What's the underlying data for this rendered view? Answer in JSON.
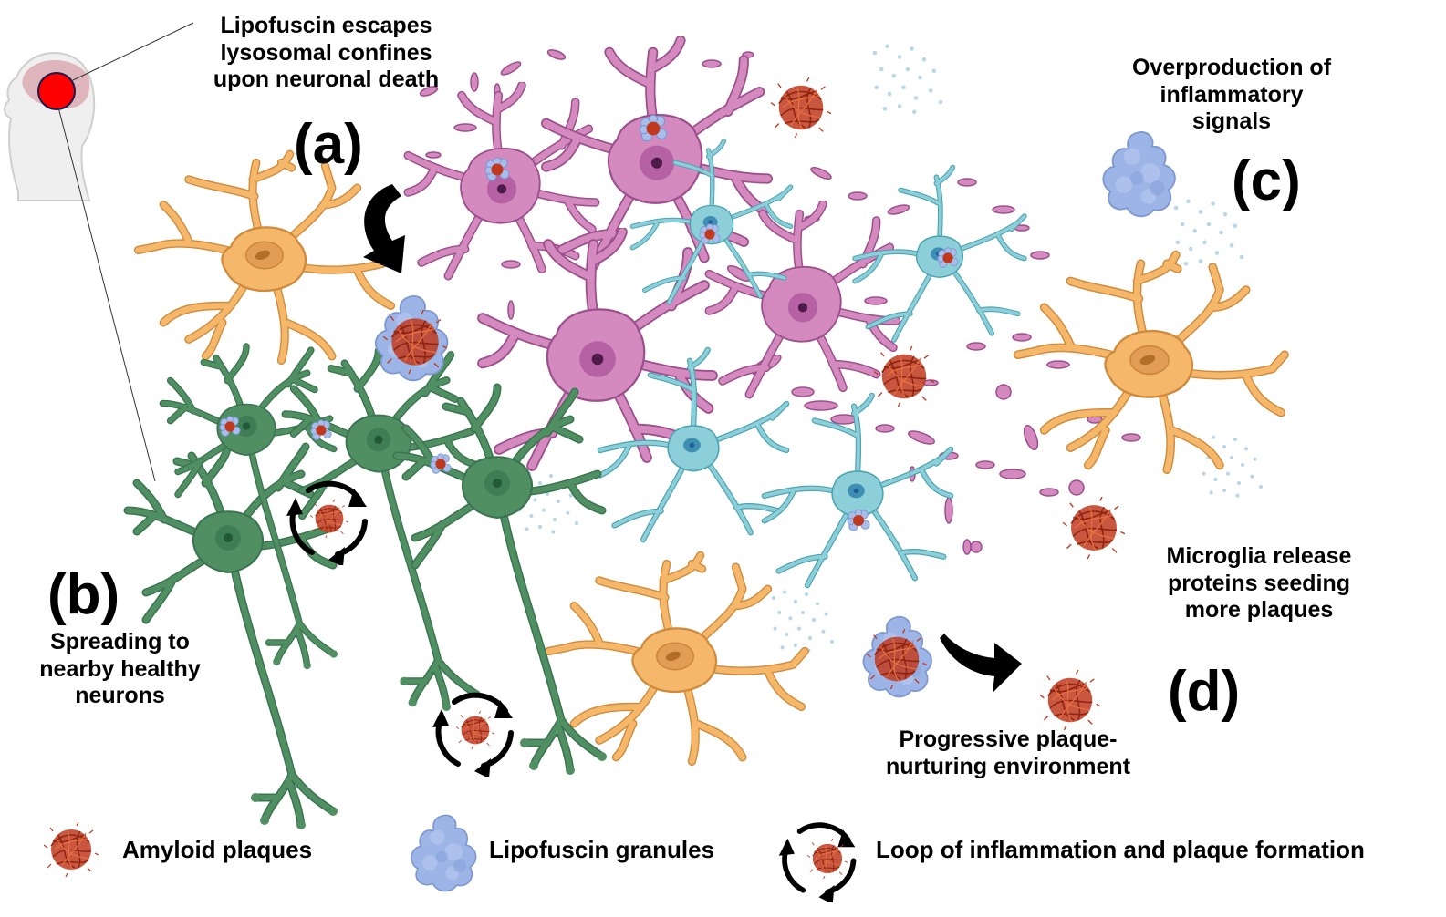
{
  "figure": {
    "title": "Lipofuscin-driven amyloid plaque formation and neuroinflammation",
    "colors": {
      "neuron_orange": "#f5b86a",
      "neuron_orange_stroke": "#d08a3c",
      "neuron_green": "#4f8f62",
      "neuron_green_stroke": "#3b7450",
      "dying_neuron_pink": "#d489bf",
      "dying_neuron_stroke": "#9b4f8c",
      "microglia_cyan": "#8ccfd8",
      "microglia_stroke": "#4aa3b3",
      "amyloid_red": "#c0391e",
      "lipofuscin_blue": "#9db4e6",
      "head_marker_red": "#ff0000",
      "signal_dots": "#b7d6ea"
    }
  },
  "panels": {
    "a": {
      "label": "(a)",
      "caption_lines": [
        "Lipofuscin escapes",
        "lysosomal confines",
        "upon neuronal death"
      ]
    },
    "b": {
      "label": "(b)",
      "caption_lines": [
        "Spreading to",
        "nearby healthy",
        "neurons"
      ]
    },
    "c": {
      "label": "(c)",
      "caption_lines": [
        "Overproduction of",
        "inflammatory",
        "signals"
      ]
    },
    "d": {
      "label": "(d)",
      "caption_lines": [
        "Microglia release",
        "proteins seeding",
        "more plaques"
      ],
      "sub_caption_lines": [
        "Progressive plaque-",
        "nurturing environment"
      ]
    }
  },
  "legend": {
    "items": [
      {
        "icon": "amyloid-plaque-icon",
        "label": "Amyloid plaques"
      },
      {
        "icon": "lipofuscin-granule-icon",
        "label": "Lipofuscin granules"
      },
      {
        "icon": "inflammation-loop-icon",
        "label": "Loop of inflammation and plaque formation"
      }
    ]
  }
}
